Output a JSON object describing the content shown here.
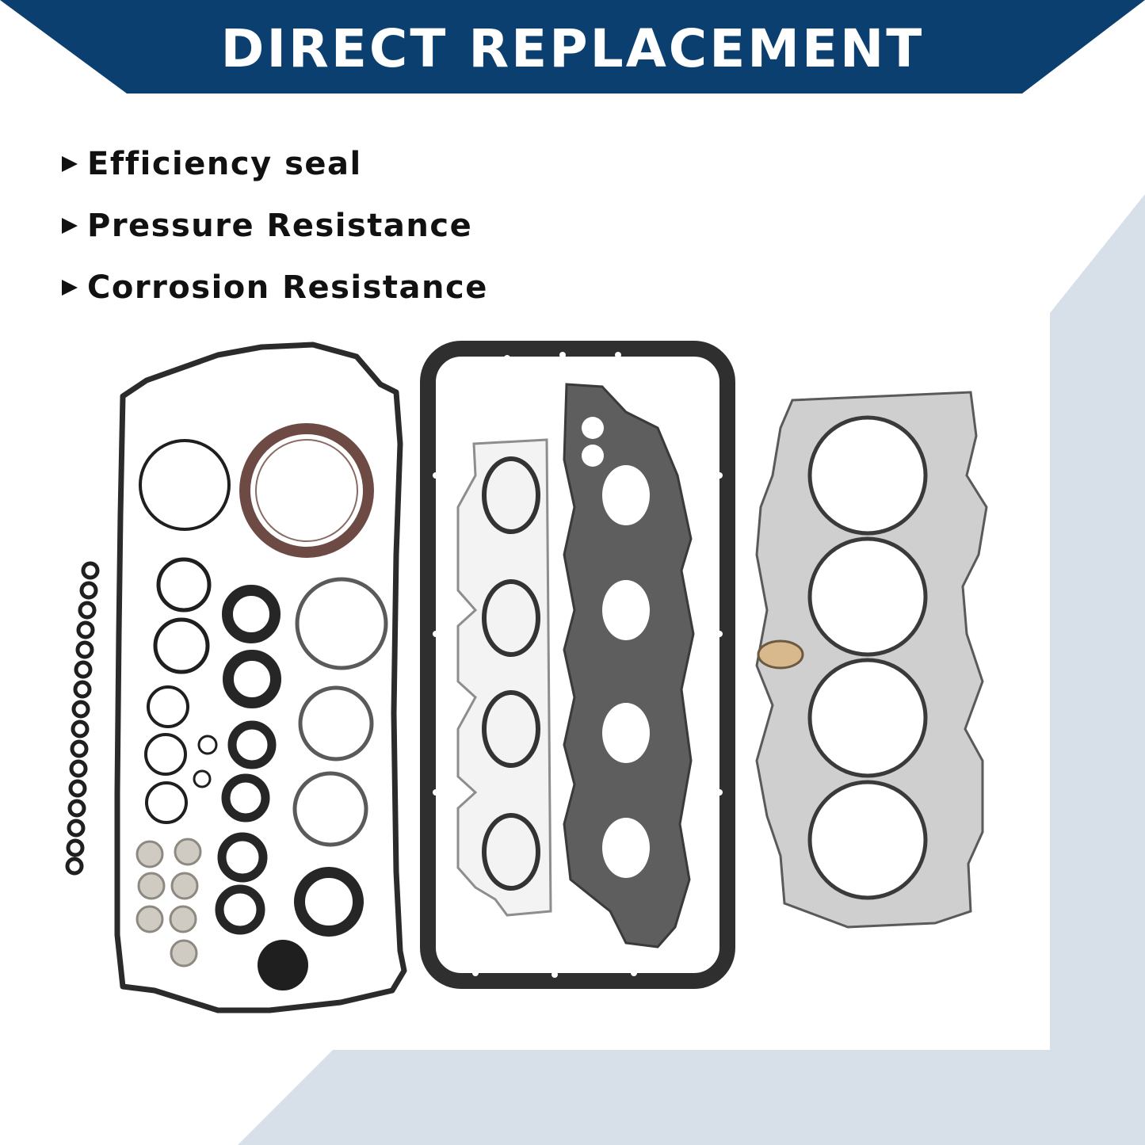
{
  "banner": {
    "title": "DIRECT REPLACEMENT",
    "color": "#0b3f6f"
  },
  "features": [
    {
      "icon": "triangle-bullet-icon",
      "label": "Efficiency seal"
    },
    {
      "icon": "triangle-bullet-icon",
      "label": "Pressure Resistance"
    },
    {
      "icon": "triangle-bullet-icon",
      "label": "Corrosion Resistance"
    }
  ],
  "colors": {
    "accent_light": "#d7dfe8",
    "gasket_dark": "#2b2b2b",
    "gasket_gray": "#c9c9c9",
    "seal_brown": "#6e4a44"
  }
}
